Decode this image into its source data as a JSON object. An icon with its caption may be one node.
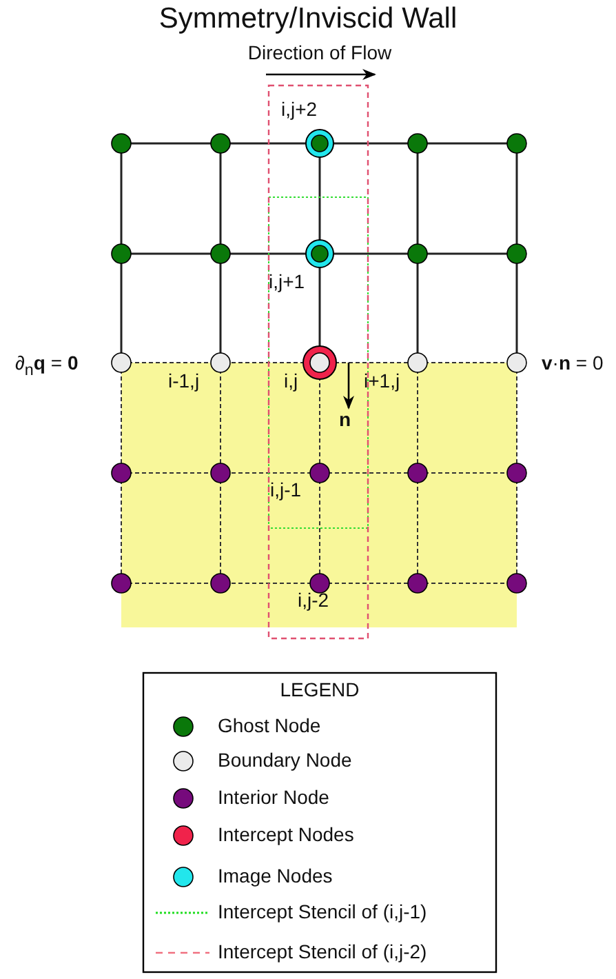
{
  "diagram": {
    "title": "Symmetry/Inviscid Wall",
    "labels": [
      "Direction of Flow",
      "i,j+2",
      "i,j+1",
      "∂$_{n}$**q** = **0**",
      "i-1,j",
      "i,j",
      "i+1,j",
      "n",
      "**v**·**n** = 0",
      "i,j-1",
      "i,j-2",
      "LEGEND"
    ],
    "legend": [
      {
        "text": "Ghost Node",
        "color": "#0a780a"
      },
      {
        "text": "Boundary Node",
        "color": "#ebebeb"
      },
      {
        "text": "Interior Node",
        "color": "#760a7c"
      },
      {
        "text": "Intercept Nodes",
        "color": "#f0234b"
      },
      {
        "text": "Image Nodes",
        "color": "#22e6ec"
      },
      {
        "text": "Intercept Stencil of (i,j-1)"
      },
      {
        "text": "Intercept Stencil of (i,j-2)"
      }
    ]
  }
}
